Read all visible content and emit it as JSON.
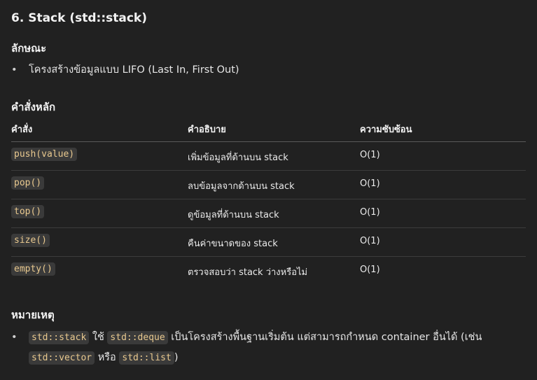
{
  "heading": "6. Stack (std::stack)",
  "characteristics": {
    "heading": "ลักษณะ",
    "bullet": "โครงสร้างข้อมูลแบบ LIFO (Last In, First Out)"
  },
  "commands": {
    "heading": "คำสั่งหลัก",
    "columns": [
      "คำสั่ง",
      "คำอธิบาย",
      "ความซับซ้อน"
    ],
    "rows": [
      {
        "cmd": "push(value)",
        "desc": "เพิ่มข้อมูลที่ด้านบน stack",
        "complexity": "O(1)"
      },
      {
        "cmd": "pop()",
        "desc": "ลบข้อมูลจากด้านบน stack",
        "complexity": "O(1)"
      },
      {
        "cmd": "top()",
        "desc": "ดูข้อมูลที่ด้านบน stack",
        "complexity": "O(1)"
      },
      {
        "cmd": "size()",
        "desc": "คืนค่าขนาดของ stack",
        "complexity": "O(1)"
      },
      {
        "cmd": "empty()",
        "desc": "ตรวจสอบว่า stack ว่างหรือไม่",
        "complexity": "O(1)"
      }
    ]
  },
  "notes": {
    "heading": "หมายเหตุ",
    "code1": "std::stack",
    "text1": " ใช้ ",
    "code2": "std::deque",
    "text2": " เป็นโครงสร้างพื้นฐานเริ่มต้น แต่สามารถกำหนด container อื่นได้ (เช่น",
    "code3": "std::vector",
    "text3": " หรือ ",
    "code4": "std::list",
    "text4": ")"
  },
  "bullet_glyph": "•"
}
